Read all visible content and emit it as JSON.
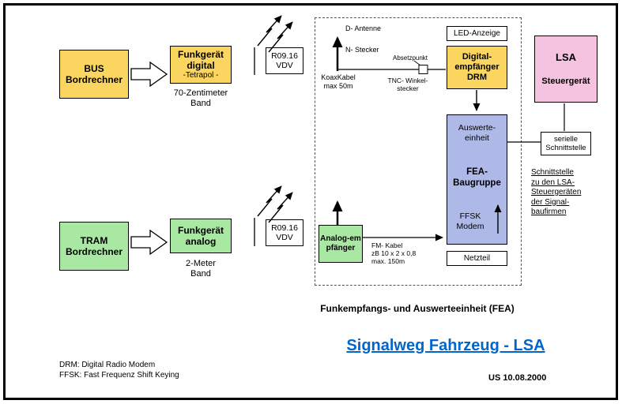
{
  "title": "Signalweg Fahrzeug - LSA",
  "caption": "Funkempfangs- und Auswerteeinheit (FEA)",
  "date": "US  10.08.2000",
  "legend": {
    "drm": "DRM:  Digital Radio Modem",
    "ffsk": "FFSK: Fast Frequenz Shift Keying"
  },
  "boxes": {
    "bus": {
      "line1": "BUS",
      "line2": "Bordrechner"
    },
    "funk_digital": {
      "line1": "Funkgerät",
      "line2": "digital",
      "line3": "-Tetrapol -"
    },
    "band_70": {
      "line1": "70-Zentimeter",
      "line2": "Band"
    },
    "vdv_top": {
      "line1": "R09.16",
      "line2": "VDV"
    },
    "led": {
      "label": "LED-Anzeige"
    },
    "drm": {
      "line1": "Digital-",
      "line2": "empfänger",
      "line3": "DRM"
    },
    "auswerte": {
      "line1": "Auswerte-",
      "line2": "einheit",
      "line3": "FEA-",
      "line4": "Baugruppe",
      "line5": "FFSK",
      "line6": "Modem"
    },
    "netzteil": {
      "label": "Netzteil"
    },
    "analog": {
      "line1": "Analog-em",
      "line2": "pfänger"
    },
    "lsa": {
      "line1": "LSA",
      "line2": "Steuergerät"
    },
    "seriell": {
      "line1": "serielle",
      "line2": "Schnittstelle"
    },
    "tram": {
      "line1": "TRAM",
      "line2": "Bordrechner"
    },
    "funk_analog": {
      "line1": "Funkgerät",
      "line2": "analog"
    },
    "band_2": {
      "line1": "2-Meter",
      "line2": "Band"
    },
    "vdv_bottom": {
      "line1": "R09.16",
      "line2": "VDV"
    }
  },
  "labels": {
    "d_antenne": "D- Antenne",
    "n_stecker": "N- Stecker",
    "koax_1": "KoaxKabel",
    "koax_2": "max 50m",
    "absetzpunkt": "Absetzpunkt",
    "tnc_1": "TNC- Winkel-",
    "tnc_2": "stecker",
    "fm_1": "FM- Kabel",
    "fm_2": "zB 10 x 2 x 0,8",
    "fm_3": "max. 150m",
    "note_1": "Schnittstelle",
    "note_2": "zu den LSA-",
    "note_3": "Steuergeräten",
    "note_4": "der Signal-",
    "note_5": "baufirmen"
  },
  "colors": {
    "yellow": "#FAD55F",
    "green": "#A9E8A2",
    "blue": "#AEB9E8",
    "pink": "#F4C3DF",
    "title_blue": "#0066CC"
  }
}
